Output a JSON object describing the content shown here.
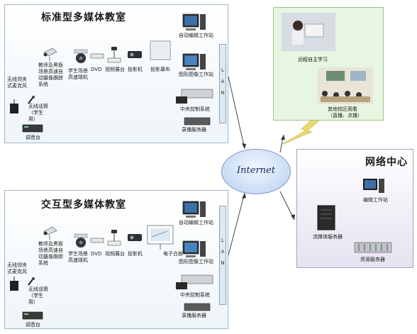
{
  "top_classroom": {
    "title": "标准型多媒体教室",
    "teacher_camera": "教师及黑板场景高速自动摄像跟踪系统",
    "student_camera": "学生场景高速球机",
    "dvd": "DVD",
    "visualizer": "视频展台",
    "projector": "投影机",
    "screen": "投影幕布",
    "wireless_lapel_mic": "无线领夹式麦克风",
    "wireless_mic": "无线话筒（学生用）",
    "mixer": "调音台",
    "auto_edit_ws": "自动编辑工作站",
    "graphics_ws": "图形图像工作站",
    "central_control": "中央控制系统",
    "recording_server": "录播服务器",
    "lan": [
      "L",
      "A",
      "N"
    ]
  },
  "bottom_classroom": {
    "title": "交互型多媒体教室",
    "teacher_camera": "教师及黑板场景高速自动摄像跟踪系统",
    "student_camera": "学生场景高速球机",
    "dvd": "DVD",
    "visualizer": "视频展台",
    "projector": "投影机",
    "whiteboard": "电子白板",
    "wireless_lapel_mic": "无线领夹式麦克风",
    "wireless_mic": "无线话筒（学生用）",
    "mixer": "调音台",
    "auto_edit_ws": "自动编辑工作站",
    "graphics_ws": "图形图像工作站",
    "central_control": "中央控制系统",
    "recording_server": "录播服务器",
    "lan": [
      "L",
      "A",
      "N"
    ]
  },
  "internet": {
    "label": "Internet"
  },
  "remote": {
    "self_study": "远程自主学习",
    "other_campus": "其他校区观看",
    "other_campus_sub": "（直播、点播）"
  },
  "network_center": {
    "title": "网络中心",
    "edit_ws": "编辑工作站",
    "streaming_server": "流媒体服务器",
    "resource_server": "资源服务器"
  }
}
